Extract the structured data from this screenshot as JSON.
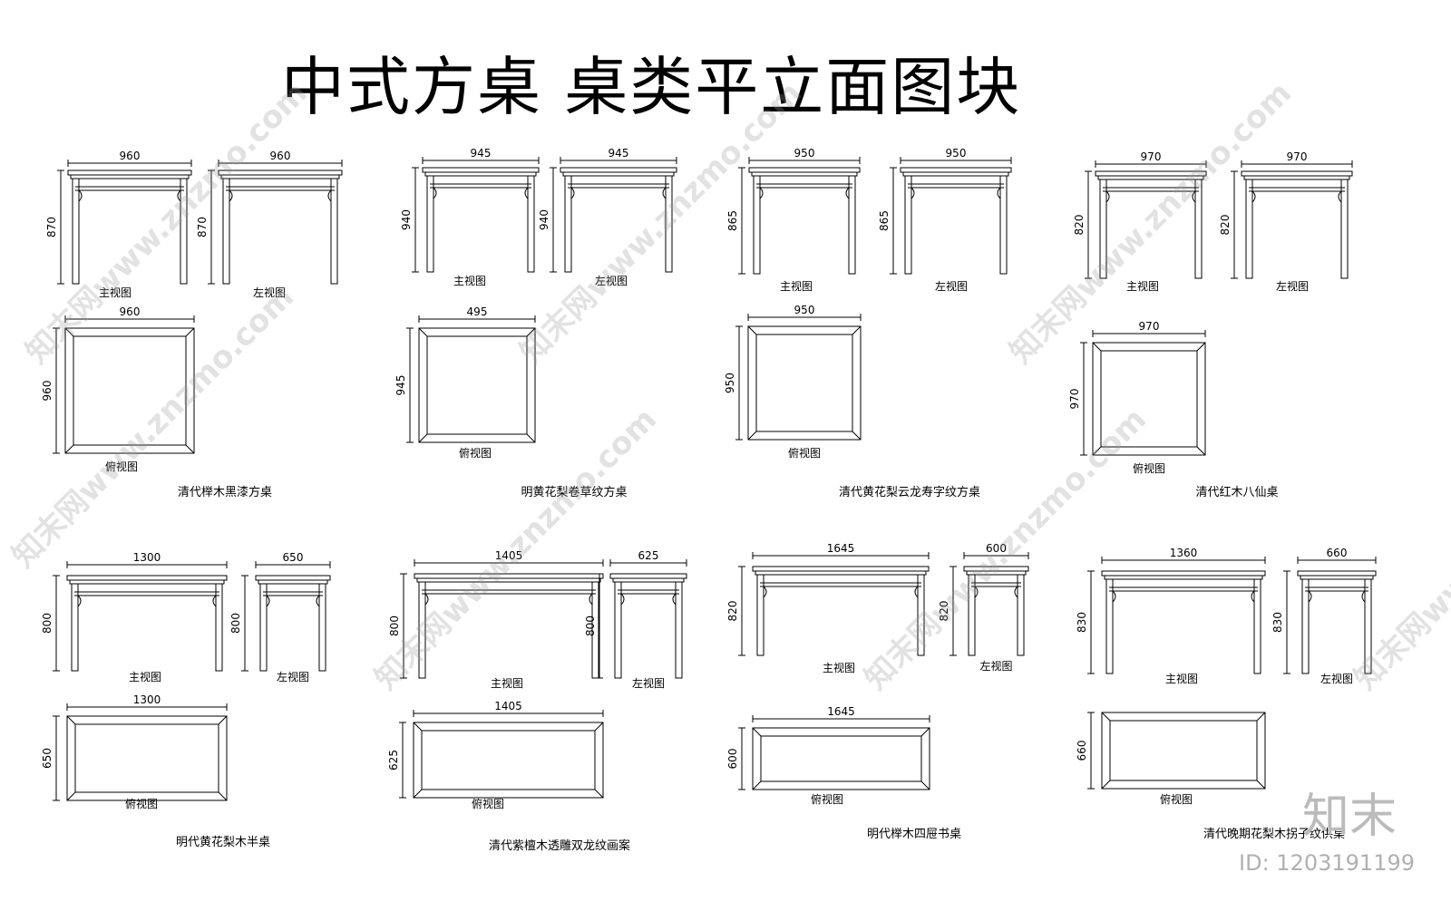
{
  "title": "中式方桌  桌类平立面图块",
  "watermark": "知末网www.znzmo.com",
  "logo": "知末",
  "id_label": "ID: 1203191199",
  "labels": {
    "front": "主视图",
    "left": "左视图",
    "top": "俯视图"
  },
  "tables": [
    {
      "name": "清代榉木黑漆方桌",
      "width": "960",
      "height": "870",
      "depth": "960",
      "top_width": "960",
      "top_depth": "960"
    },
    {
      "name": "明黄花梨卷草纹方桌",
      "width": "945",
      "height": "940",
      "depth": "945",
      "top_width": "495",
      "top_depth": "945"
    },
    {
      "name": "清代黄花梨云龙寿字纹方桌",
      "width": "950",
      "height": "865",
      "depth": "950",
      "top_width": "950",
      "top_depth": "950"
    },
    {
      "name": "清代红木八仙桌",
      "width": "970",
      "height": "820",
      "depth": "970",
      "top_width": "970",
      "top_depth": "970"
    },
    {
      "name": "明代黄花梨木半桌",
      "width": "1300",
      "height": "800",
      "depth": "650",
      "top_width": "1300",
      "top_depth": "650"
    },
    {
      "name": "清代紫檀木透雕双龙纹画案",
      "width": "1405",
      "height": "800",
      "depth": "625",
      "top_width": "1405",
      "top_depth": "625"
    },
    {
      "name": "明代榉木四屉书桌",
      "width": "1645",
      "height": "820",
      "depth": "600",
      "top_width": "1645",
      "top_depth": "600"
    },
    {
      "name": "清代晚期花梨木拐子纹供桌",
      "width": "1360",
      "height": "830",
      "depth": "660",
      "top_width": "",
      "top_depth": "660"
    }
  ],
  "colors": {
    "line": "#000000",
    "watermark": "#9a9a9a"
  }
}
